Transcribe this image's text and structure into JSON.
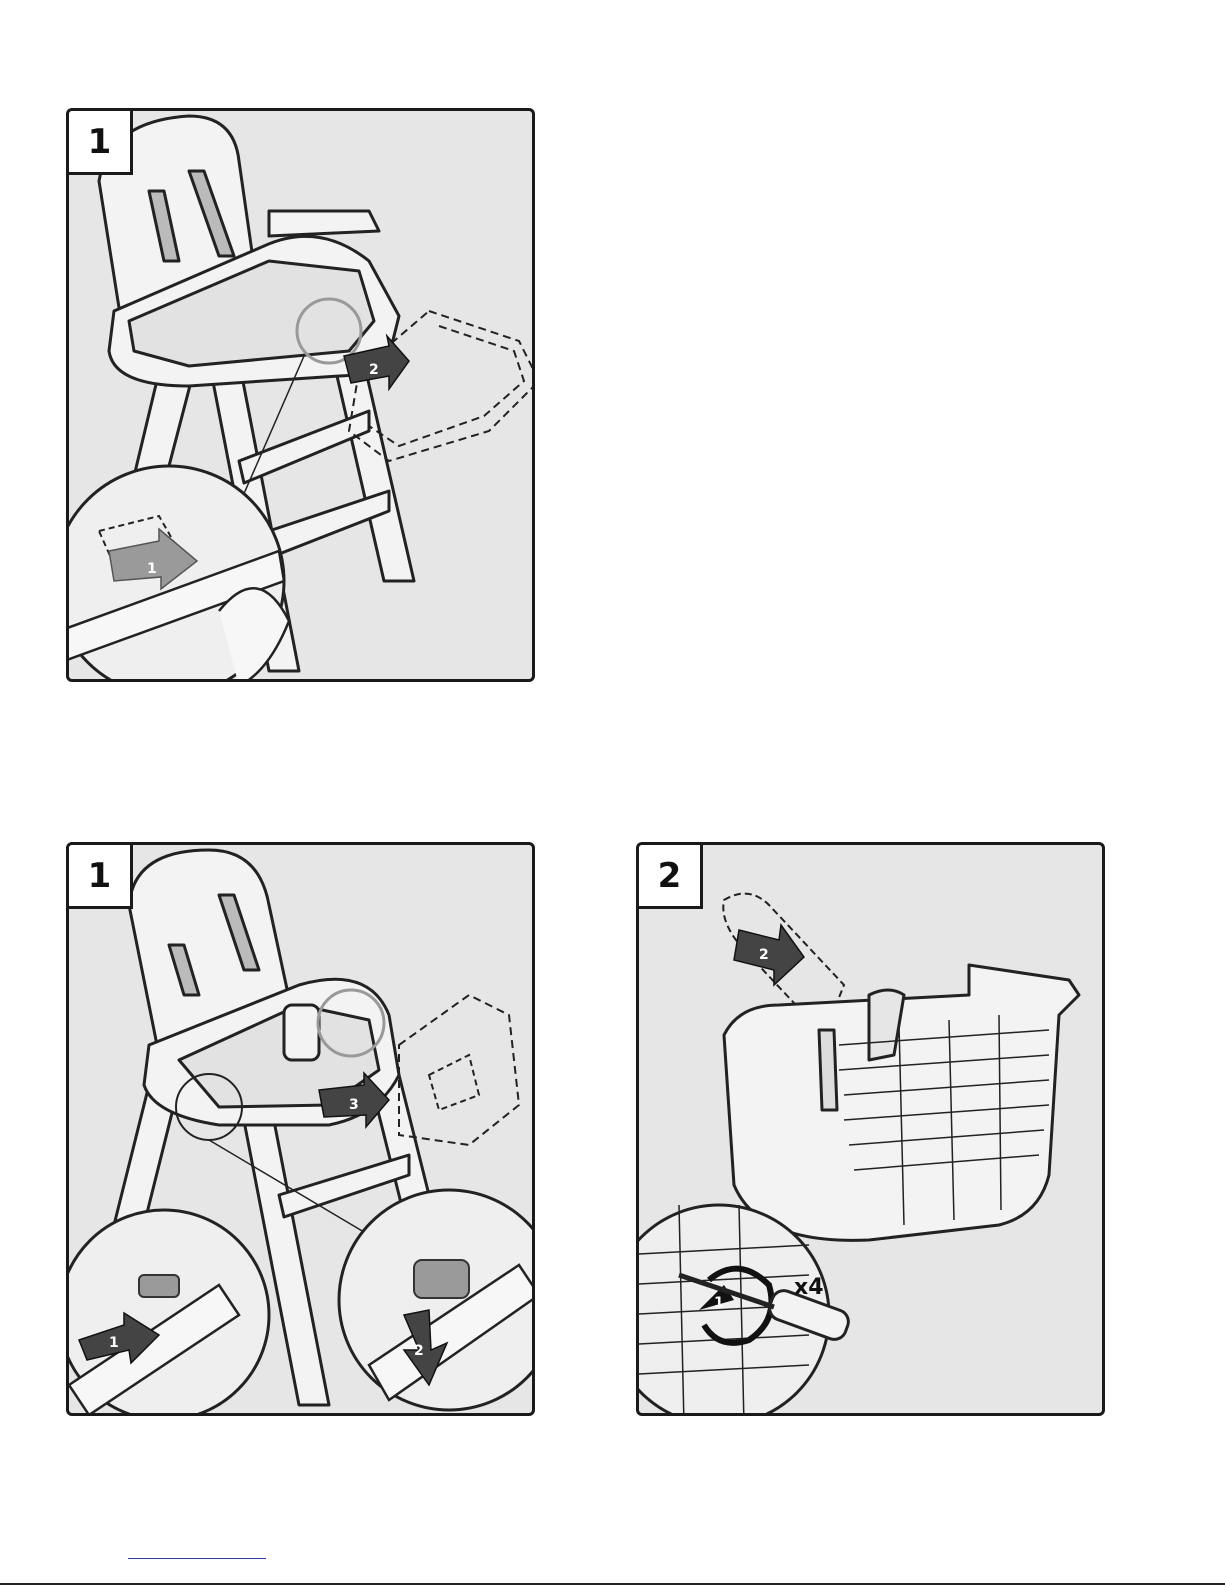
{
  "figures": [
    {
      "step": "1",
      "magnifier_arrow": "1",
      "main_arrow": "2"
    },
    {
      "step": "1",
      "magnifier_arrows": [
        "1",
        "2"
      ],
      "main_arrow": "3"
    },
    {
      "step": "2",
      "main_arrow": "2",
      "magnifier_arrow": "1",
      "multiplier": "x4"
    }
  ],
  "icons": [
    "highchair-tray-removal-illustration",
    "tray-release-illustration",
    "cup-holder-screw-illustration",
    "screwdriver-icon"
  ]
}
